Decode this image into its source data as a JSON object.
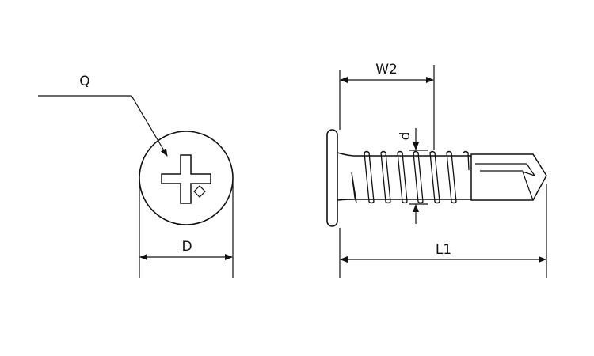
{
  "labels": {
    "Q": "Q",
    "D": "D",
    "W2": "W2",
    "d": "d",
    "L1": "L1"
  },
  "colors": {
    "line": "#111111",
    "background": "#ffffff"
  }
}
